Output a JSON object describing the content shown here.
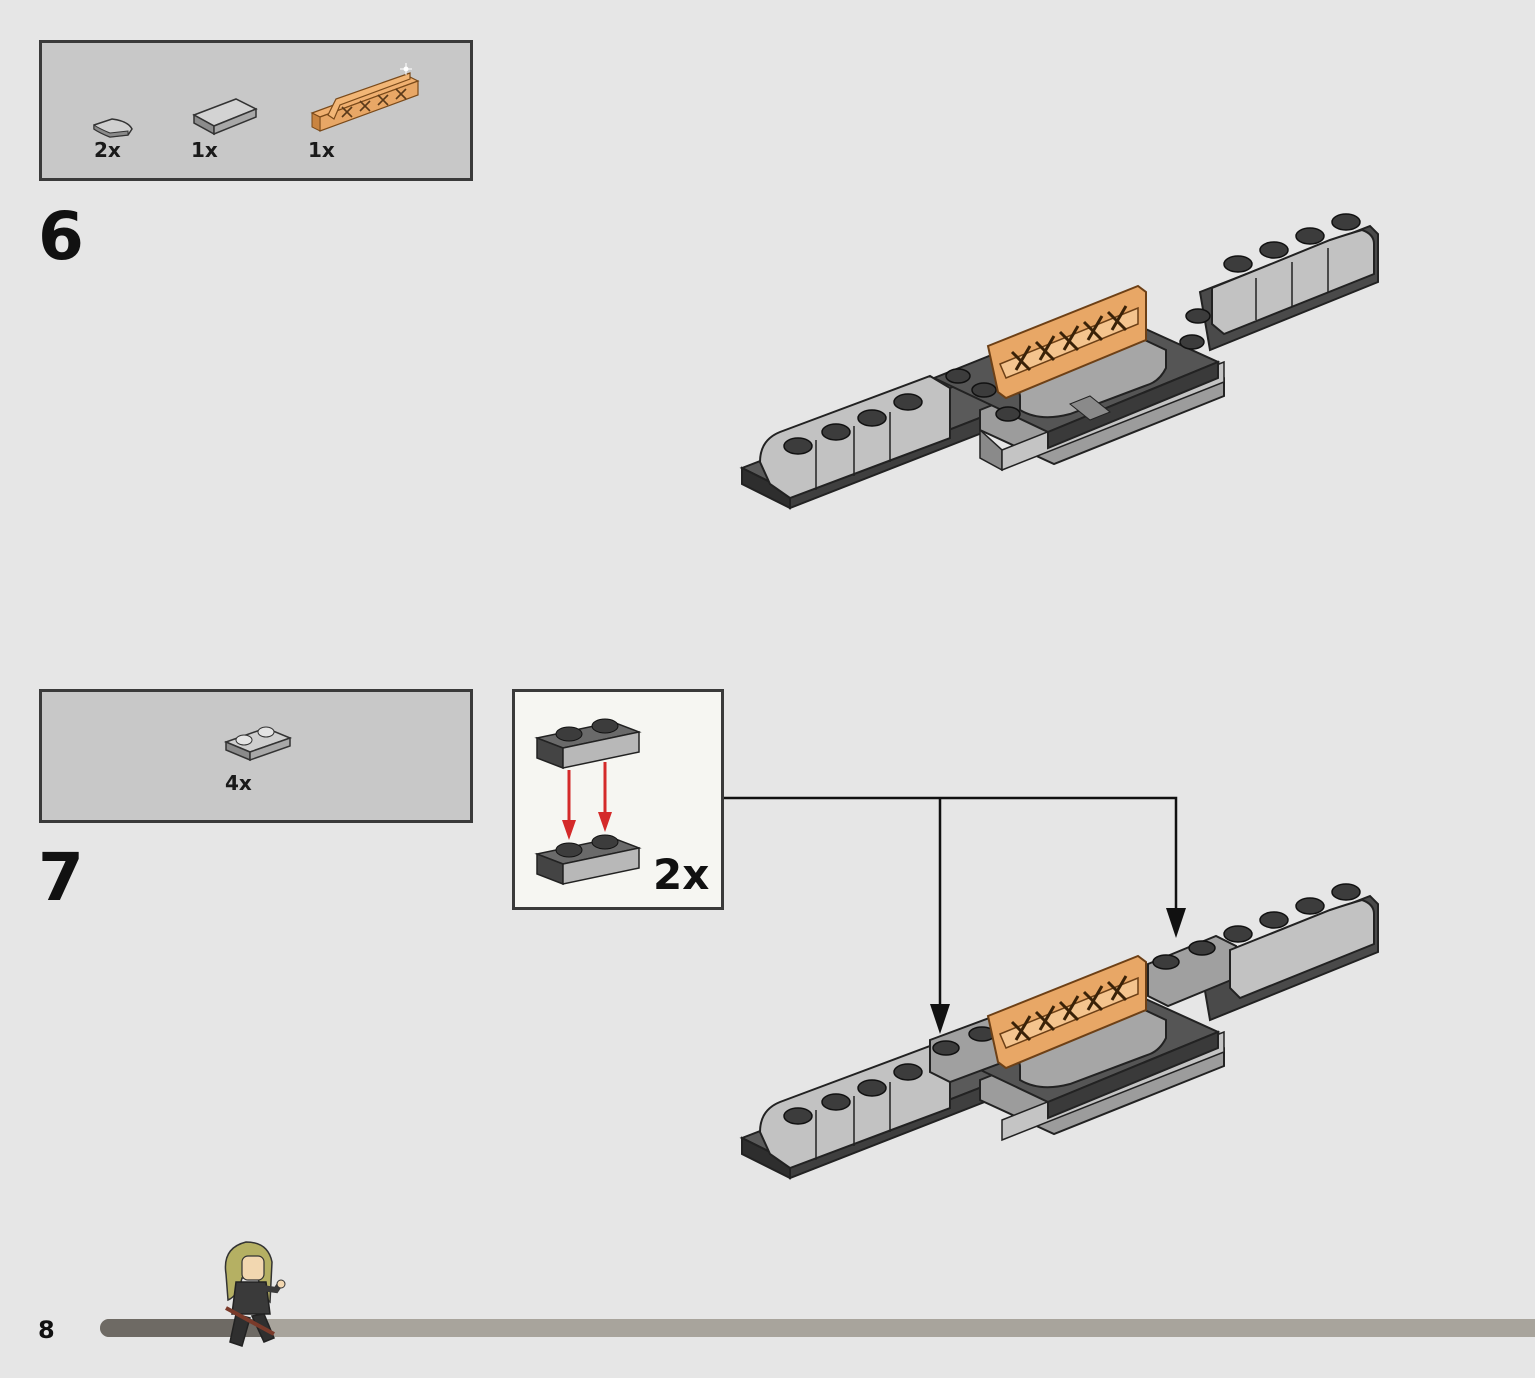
{
  "page": {
    "number": "8"
  },
  "steps": [
    {
      "number": "6",
      "parts": [
        {
          "qty": "2x",
          "part": "gray-quarter-round-tile-icon"
        },
        {
          "qty": "1x",
          "part": "gray-1x4-tile-icon"
        },
        {
          "qty": "1x",
          "part": "orange-lattice-fence-icon"
        }
      ]
    },
    {
      "number": "7",
      "parts": [
        {
          "qty": "4x",
          "part": "gray-1x2-plate-icon"
        }
      ],
      "callout": {
        "multiplier": "2x"
      }
    }
  ],
  "progress": {
    "fraction": 0.09
  },
  "colors": {
    "background": "#e6e6e6",
    "parts_box": "#c8c8c8",
    "orange_fence": "#e8a766",
    "dark_gray": "#3f3f3f",
    "light_gray": "#bdbdbd",
    "arrow_red": "#d42a2a",
    "progress_track": "#a8a49c",
    "progress_fill": "#6e6a64"
  }
}
